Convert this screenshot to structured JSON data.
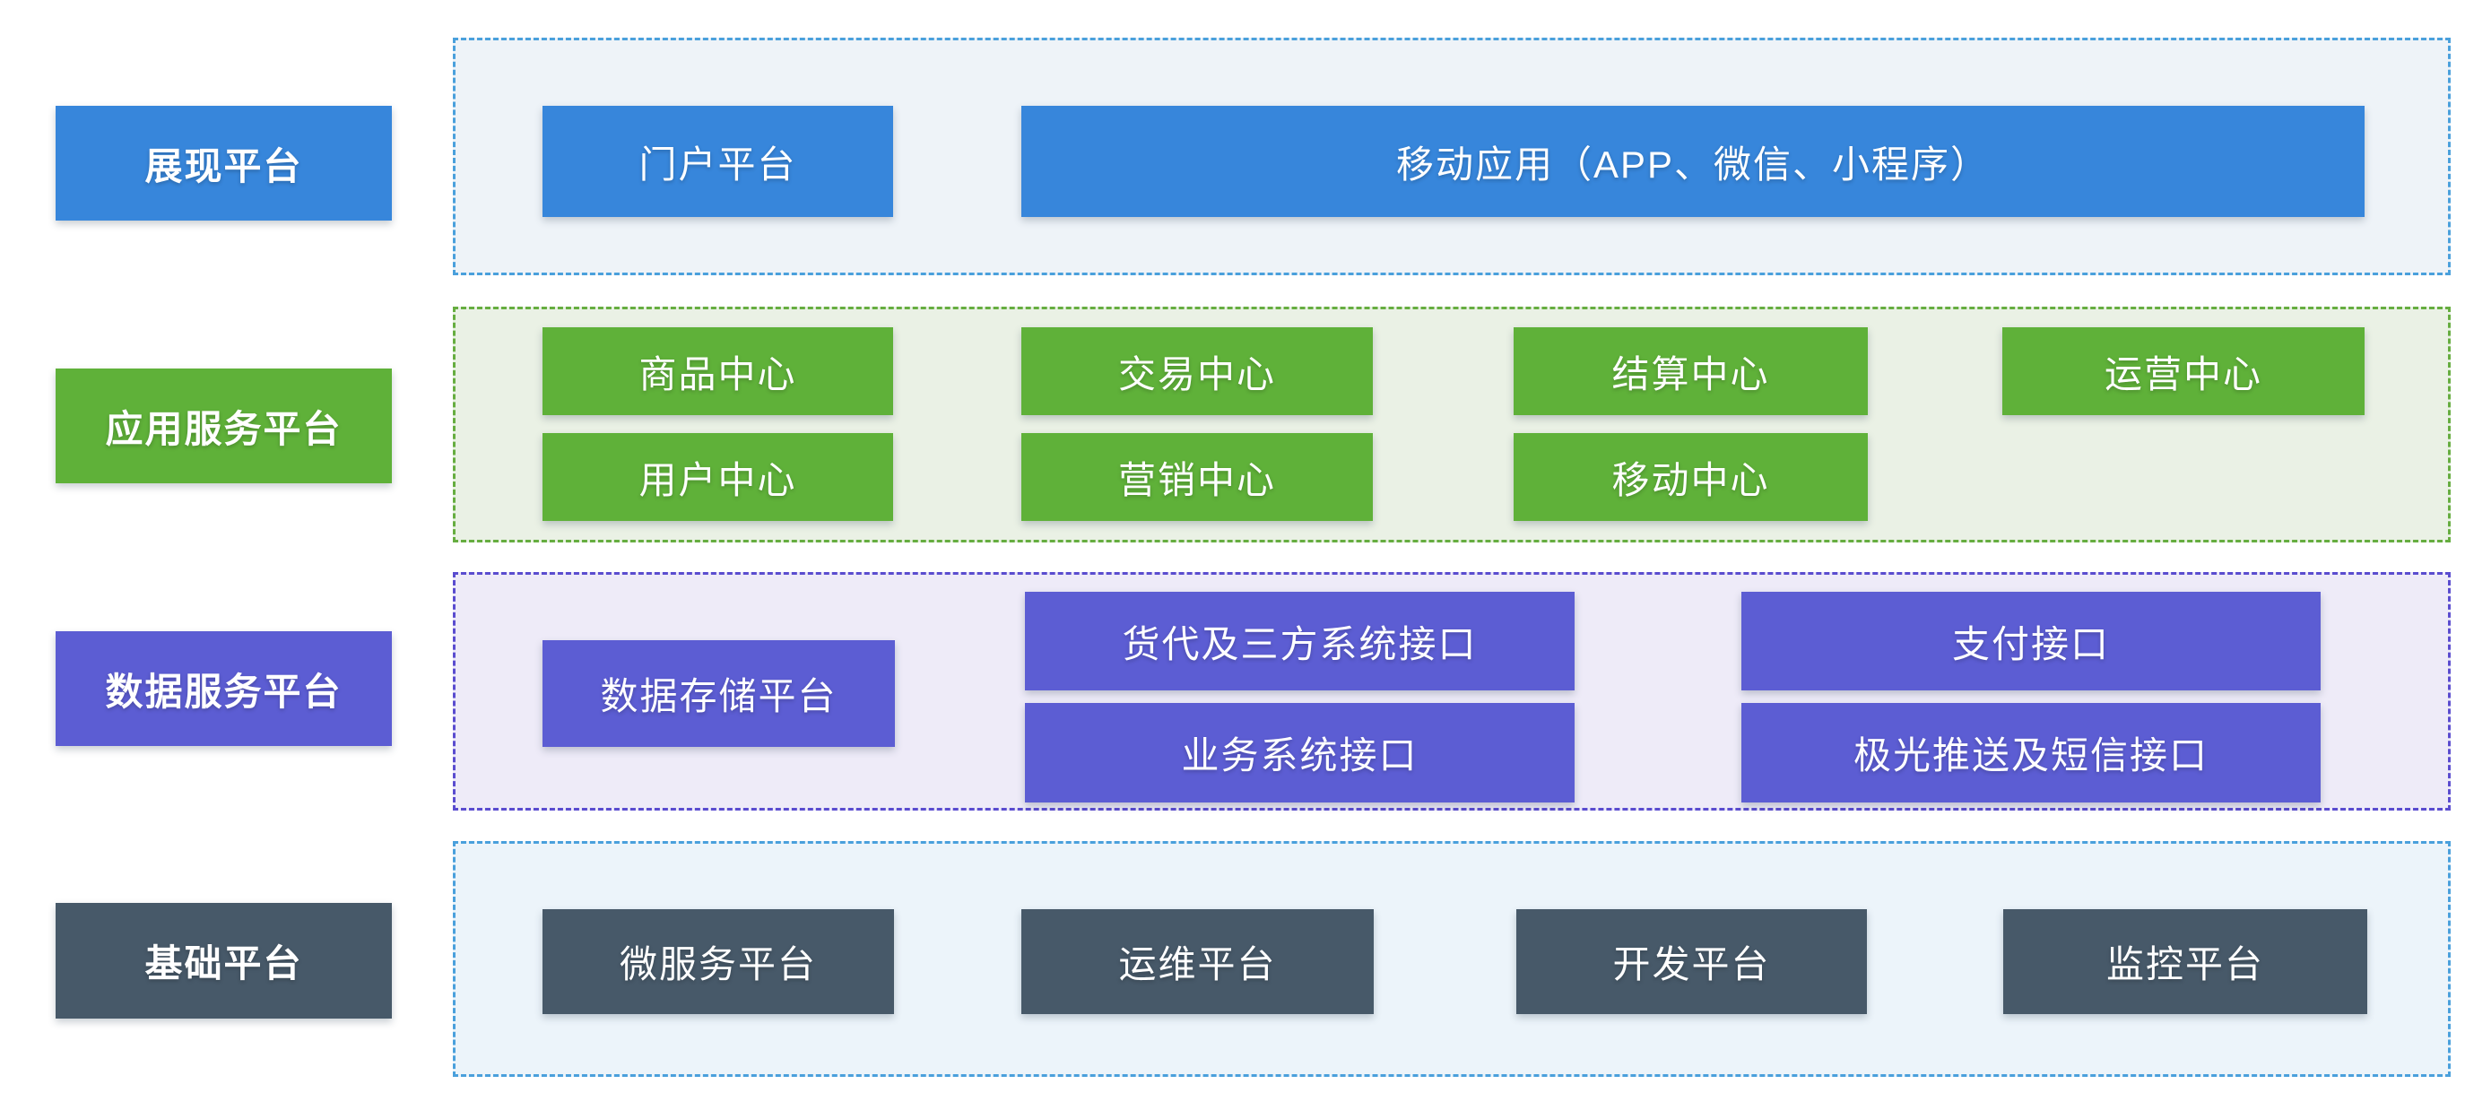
{
  "diagram": {
    "type": "layered-architecture",
    "background": "#ffffff",
    "rows": [
      {
        "id": "presentation",
        "label": "展现平台",
        "accent_color": "#3786db",
        "container_fill": "#eef3f8",
        "container_border": "#4aa0dc",
        "boxes": [
          {
            "text": "门户平台"
          },
          {
            "text": "移动应用（APP、微信、小程序）"
          }
        ]
      },
      {
        "id": "app-service",
        "label": "应用服务平台",
        "accent_color": "#5fb139",
        "container_fill": "#eaf1e5",
        "container_border": "#66ad40",
        "boxes": [
          {
            "text": "商品中心"
          },
          {
            "text": "交易中心"
          },
          {
            "text": "结算中心"
          },
          {
            "text": "运营中心"
          },
          {
            "text": "用户中心"
          },
          {
            "text": "营销中心"
          },
          {
            "text": "移动中心"
          }
        ]
      },
      {
        "id": "data-service",
        "label": "数据服务平台",
        "accent_color": "#5c5dd3",
        "container_fill": "#eeebf8",
        "container_border": "#5a4ccf",
        "boxes": [
          {
            "text": "数据存储平台"
          },
          {
            "text": "货代及三方系统接口"
          },
          {
            "text": "业务系统接口"
          },
          {
            "text": "支付接口"
          },
          {
            "text": "极光推送及短信接口"
          }
        ]
      },
      {
        "id": "foundation",
        "label": "基础平台",
        "accent_color": "#475969",
        "container_fill": "#ecf4fa",
        "container_border": "#4aa0dc",
        "boxes": [
          {
            "text": "微服务平台"
          },
          {
            "text": "运维平台"
          },
          {
            "text": "开发平台"
          },
          {
            "text": "监控平台"
          }
        ]
      }
    ]
  }
}
